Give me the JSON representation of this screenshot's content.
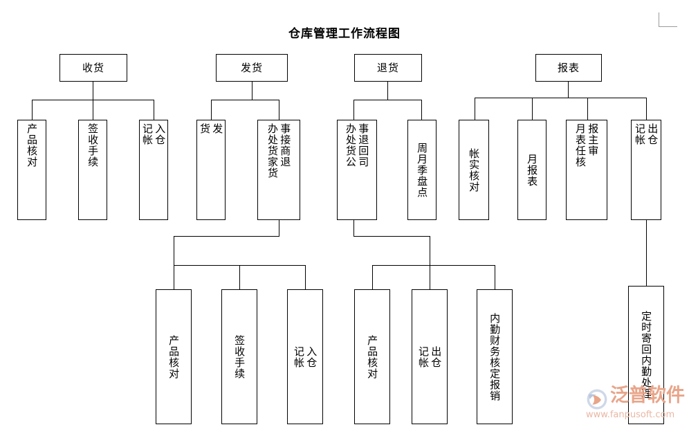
{
  "title": "仓库管理工作流程图",
  "colors": {
    "box_border": "#000000",
    "line": "#000000",
    "text": "#000000",
    "watermark_text": "#e8a58a",
    "watermark_url": "#e9b7a4",
    "background": "#ffffff"
  },
  "diagram_data": {
    "type": "flowchart",
    "orientation": "top-down tree, 4 root branches",
    "roots": [
      {
        "id": "receiving",
        "label": "收货",
        "children": [
          {
            "id": "recv-check",
            "label": "产品核对"
          },
          {
            "id": "recv-sign",
            "label": "签收手续"
          },
          {
            "id": "recv-instore",
            "label": "入仓\n记帐"
          }
        ]
      },
      {
        "id": "shipping",
        "label": "发货",
        "children": [
          {
            "id": "ship-out",
            "label": "发\n货"
          },
          {
            "id": "ship-return",
            "label_col_right": "事接商退",
            "label_col_left": "办处货家货",
            "children": [
              {
                "id": "sr-check",
                "label": "产品核对"
              },
              {
                "id": "sr-sign",
                "label": "签收手续"
              },
              {
                "id": "sr-instore",
                "label": "入仓\n记帐"
              }
            ]
          }
        ]
      },
      {
        "id": "returns",
        "label": "退货",
        "children": [
          {
            "id": "ret-company",
            "label_col_right": "事退回司",
            "label_col_left": "办处货公",
            "children": [
              {
                "id": "rc-check",
                "label": "产品核对"
              },
              {
                "id": "rc-outstore",
                "label": "出仓\n记帐"
              },
              {
                "id": "rc-finance",
                "label": "内勤财务核定报销"
              }
            ]
          },
          {
            "id": "ret-stocktake",
            "label": "周月季盘点"
          }
        ]
      },
      {
        "id": "reports",
        "label": "报表",
        "children": [
          {
            "id": "rep-reconcile",
            "label": "帐实核对"
          },
          {
            "id": "rep-monthly",
            "label": "月报表"
          },
          {
            "id": "rep-approve",
            "label_col_right": "报主审",
            "label_col_left": "月表任核"
          },
          {
            "id": "rep-outstore",
            "label": "出仓\n记帐",
            "children": [
              {
                "id": "rep-mailback",
                "label": "定时寄回内勤处理"
              }
            ]
          }
        ]
      }
    ]
  },
  "nodes": {
    "receiving": {
      "label": "收货"
    },
    "shipping": {
      "label": "发货"
    },
    "returns": {
      "label": "退货"
    },
    "reports": {
      "label": "报表"
    },
    "recv_check": {
      "label": "产品核对"
    },
    "recv_sign": {
      "label": "签收手续"
    },
    "recv_instore": {
      "label": "入仓\n记帐"
    },
    "ship_out": {
      "label": "发\n货"
    },
    "ship_return_r": {
      "label": "事接商退"
    },
    "ship_return_l": {
      "label": "办处货家货"
    },
    "ret_company_r": {
      "label": "事退回司"
    },
    "ret_company_l": {
      "label": "办处货公"
    },
    "ret_stocktake": {
      "label": "周月季盘点"
    },
    "rep_reconcile": {
      "label": "帐实核对"
    },
    "rep_monthly": {
      "label": "月报表"
    },
    "rep_approve_r": {
      "label": "报主审"
    },
    "rep_approve_l": {
      "label": "月表任核"
    },
    "rep_outstore": {
      "label": "出仓\n记帐"
    },
    "sr_check": {
      "label": "产品核对"
    },
    "sr_sign": {
      "label": "签收手续"
    },
    "sr_instore": {
      "label": "入仓\n记帐"
    },
    "rc_check": {
      "label": "产品核对"
    },
    "rc_outstore": {
      "label": "出仓\n记帐"
    },
    "rc_finance": {
      "label": "内勤财务核定报销"
    },
    "rep_mailback": {
      "label": "定时寄回内勤处理"
    }
  },
  "watermark": {
    "brand": "泛普软件",
    "url": "www.fanpusoft.com"
  }
}
